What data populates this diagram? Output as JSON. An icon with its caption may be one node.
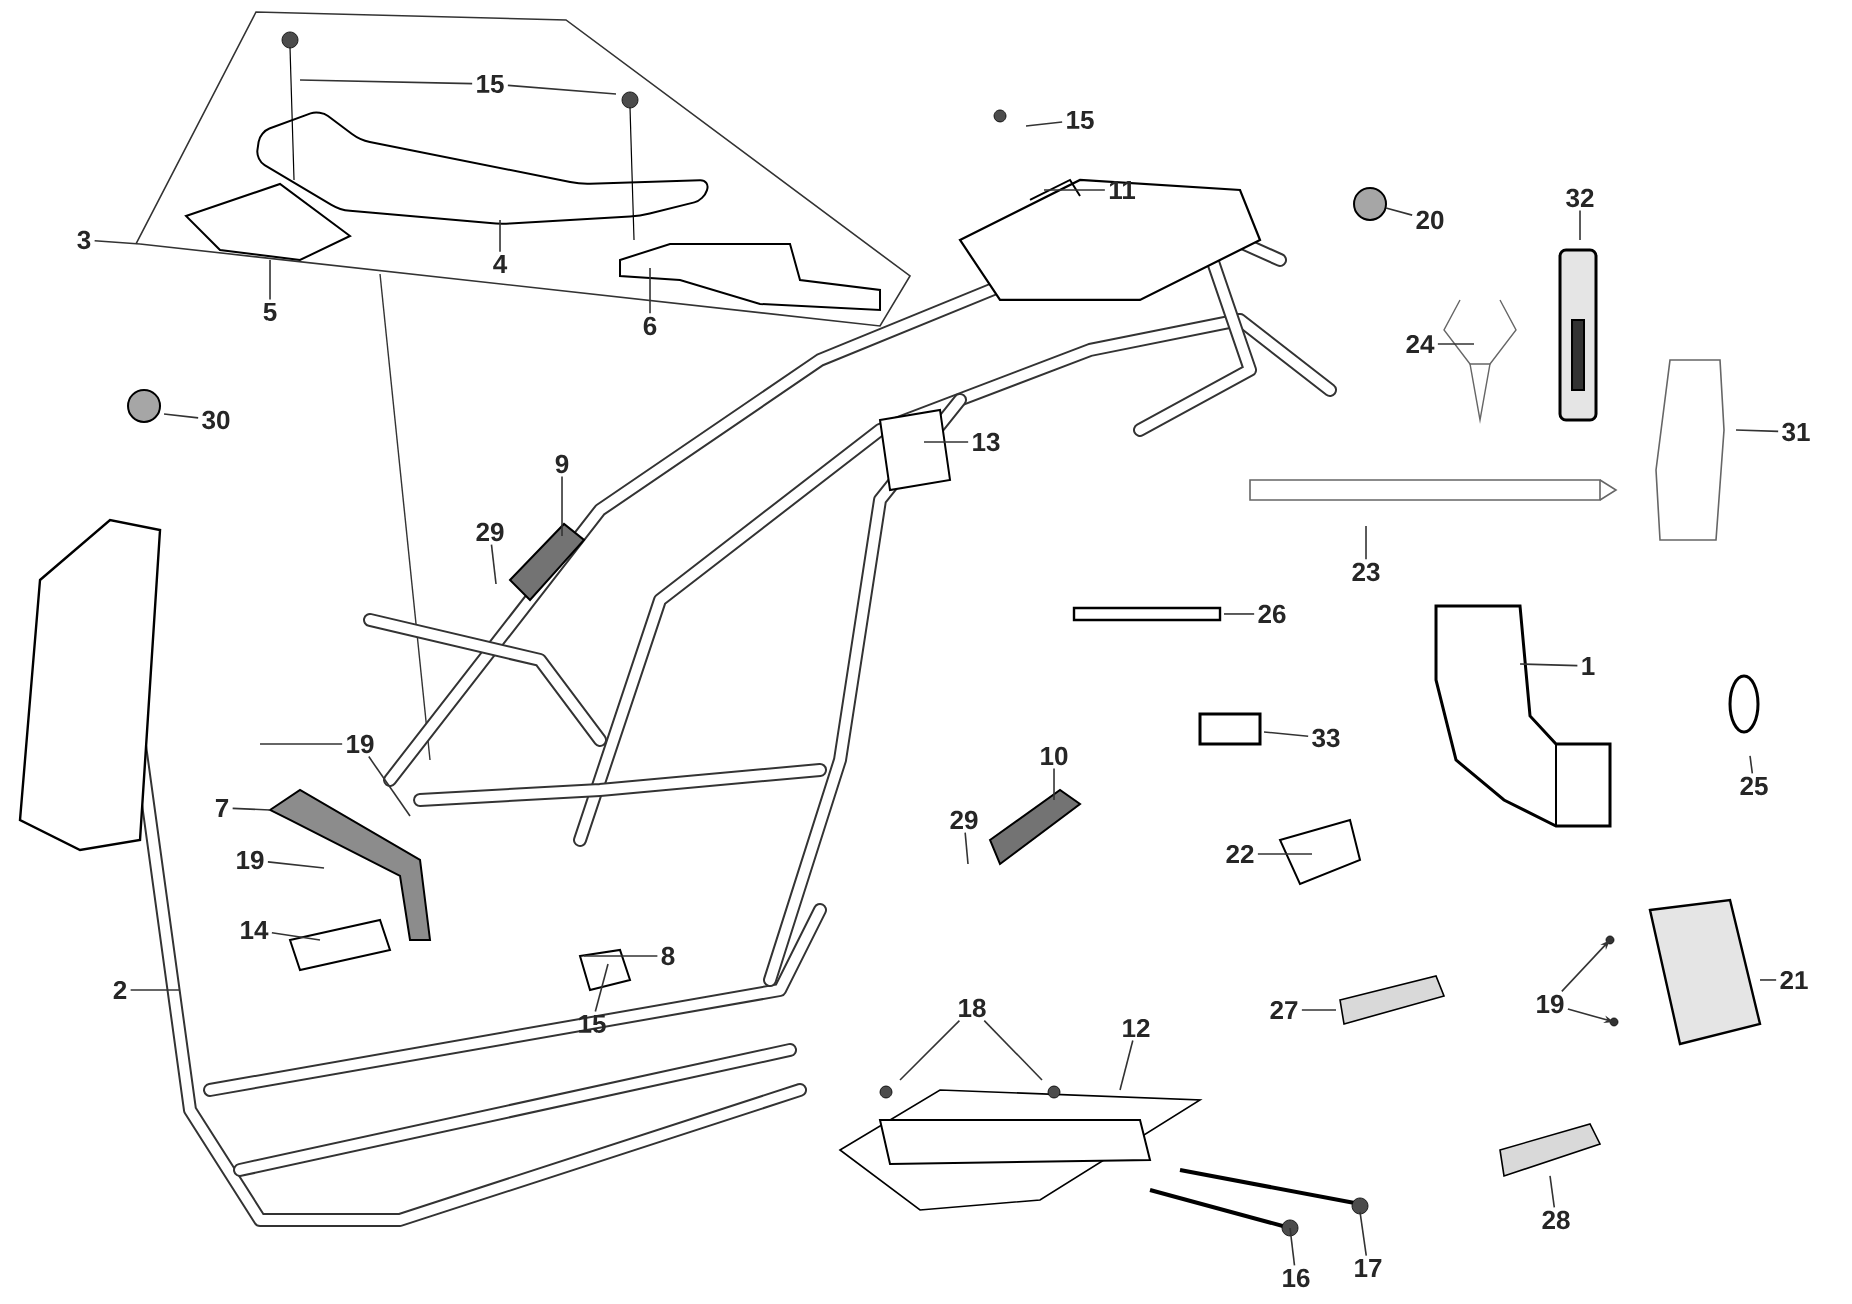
{
  "diagram": {
    "nodes": [
      {
        "text": [
          "15"
        ]
      },
      {
        "text": [
          "15"
        ]
      },
      {
        "text": [
          "11"
        ]
      },
      {
        "text": [
          "20"
        ]
      },
      {
        "text": [
          "32"
        ]
      },
      {
        "text": [
          "3"
        ]
      },
      {
        "text": [
          "4"
        ]
      },
      {
        "text": [
          "5"
        ]
      },
      {
        "text": [
          "6"
        ]
      },
      {
        "text": [
          "24"
        ]
      },
      {
        "text": [
          "30"
        ]
      },
      {
        "text": [
          "31"
        ]
      },
      {
        "text": [
          "13"
        ]
      },
      {
        "text": [
          "9"
        ]
      },
      {
        "text": [
          "29"
        ]
      },
      {
        "text": [
          "23"
        ]
      },
      {
        "text": [
          "26"
        ]
      },
      {
        "text": [
          "1"
        ]
      },
      {
        "text": [
          "33"
        ]
      },
      {
        "text": [
          "19"
        ]
      },
      {
        "text": [
          "10"
        ]
      },
      {
        "text": [
          "25"
        ]
      },
      {
        "text": [
          "7"
        ]
      },
      {
        "text": [
          "29"
        ]
      },
      {
        "text": [
          "22"
        ]
      },
      {
        "text": [
          "19"
        ]
      },
      {
        "text": [
          "14"
        ]
      },
      {
        "text": [
          "8"
        ]
      },
      {
        "text": [
          "2"
        ]
      },
      {
        "text": [
          "21"
        ]
      },
      {
        "text": [
          "19"
        ]
      },
      {
        "text": [
          "27"
        ]
      },
      {
        "text": [
          "18"
        ]
      },
      {
        "text": [
          "15"
        ]
      },
      {
        "text": [
          "12"
        ]
      },
      {
        "text": [
          "28"
        ]
      },
      {
        "text": [
          "17"
        ]
      },
      {
        "text": [
          "16"
        ]
      }
    ],
    "edges": [
      {
        "from": 0,
        "to": null,
        "arrow": "none"
      },
      {
        "from": 0,
        "to": null,
        "arrow": "none"
      },
      {
        "from": 1,
        "to": null,
        "arrow": "none"
      },
      {
        "from": 2,
        "to": null,
        "arrow": "none"
      },
      {
        "from": 3,
        "to": null,
        "arrow": "none"
      },
      {
        "from": 4,
        "to": null,
        "arrow": "none"
      },
      {
        "from": 5,
        "to": null,
        "arrow": "none"
      },
      {
        "from": 6,
        "to": null,
        "arrow": "none"
      },
      {
        "from": 7,
        "to": null,
        "arrow": "none"
      },
      {
        "from": 8,
        "to": null,
        "arrow": "none"
      },
      {
        "from": 9,
        "to": null,
        "arrow": "none"
      },
      {
        "from": 10,
        "to": null,
        "arrow": "none"
      },
      {
        "from": 11,
        "to": null,
        "arrow": "none"
      },
      {
        "from": 12,
        "to": null,
        "arrow": "none"
      },
      {
        "from": 13,
        "to": null,
        "arrow": "none"
      },
      {
        "from": 14,
        "to": null,
        "arrow": "none"
      },
      {
        "from": 15,
        "to": null,
        "arrow": "none"
      },
      {
        "from": 16,
        "to": null,
        "arrow": "none"
      },
      {
        "from": 17,
        "to": null,
        "arrow": "none"
      },
      {
        "from": 18,
        "to": null,
        "arrow": "none"
      },
      {
        "from": 19,
        "to": null,
        "arrow": "none"
      },
      {
        "from": 19,
        "to": null,
        "arrow": "none"
      },
      {
        "from": 20,
        "to": null,
        "arrow": "none"
      },
      {
        "from": 21,
        "to": null,
        "arrow": "none"
      },
      {
        "from": 22,
        "to": null,
        "arrow": "none"
      },
      {
        "from": 23,
        "to": null,
        "arrow": "none"
      },
      {
        "from": 24,
        "to": null,
        "arrow": "none"
      },
      {
        "from": 25,
        "to": null,
        "arrow": "none"
      },
      {
        "from": 26,
        "to": null,
        "arrow": "none"
      },
      {
        "from": 27,
        "to": null,
        "arrow": "none"
      },
      {
        "from": 28,
        "to": null,
        "arrow": "none"
      },
      {
        "from": 29,
        "to": null,
        "arrow": "none"
      },
      {
        "from": 30,
        "to": null,
        "arrow": "to"
      },
      {
        "from": 30,
        "to": null,
        "arrow": "to"
      },
      {
        "from": 31,
        "to": null,
        "arrow": "none"
      },
      {
        "from": 32,
        "to": null,
        "arrow": "none"
      },
      {
        "from": 32,
        "to": null,
        "arrow": "none"
      },
      {
        "from": 33,
        "to": null,
        "arrow": "none"
      },
      {
        "from": 34,
        "to": null,
        "arrow": "none"
      },
      {
        "from": 35,
        "to": null,
        "arrow": "none"
      },
      {
        "from": 36,
        "to": null,
        "arrow": "none"
      },
      {
        "from": 37,
        "to": null,
        "arrow": "none"
      }
    ]
  }
}
